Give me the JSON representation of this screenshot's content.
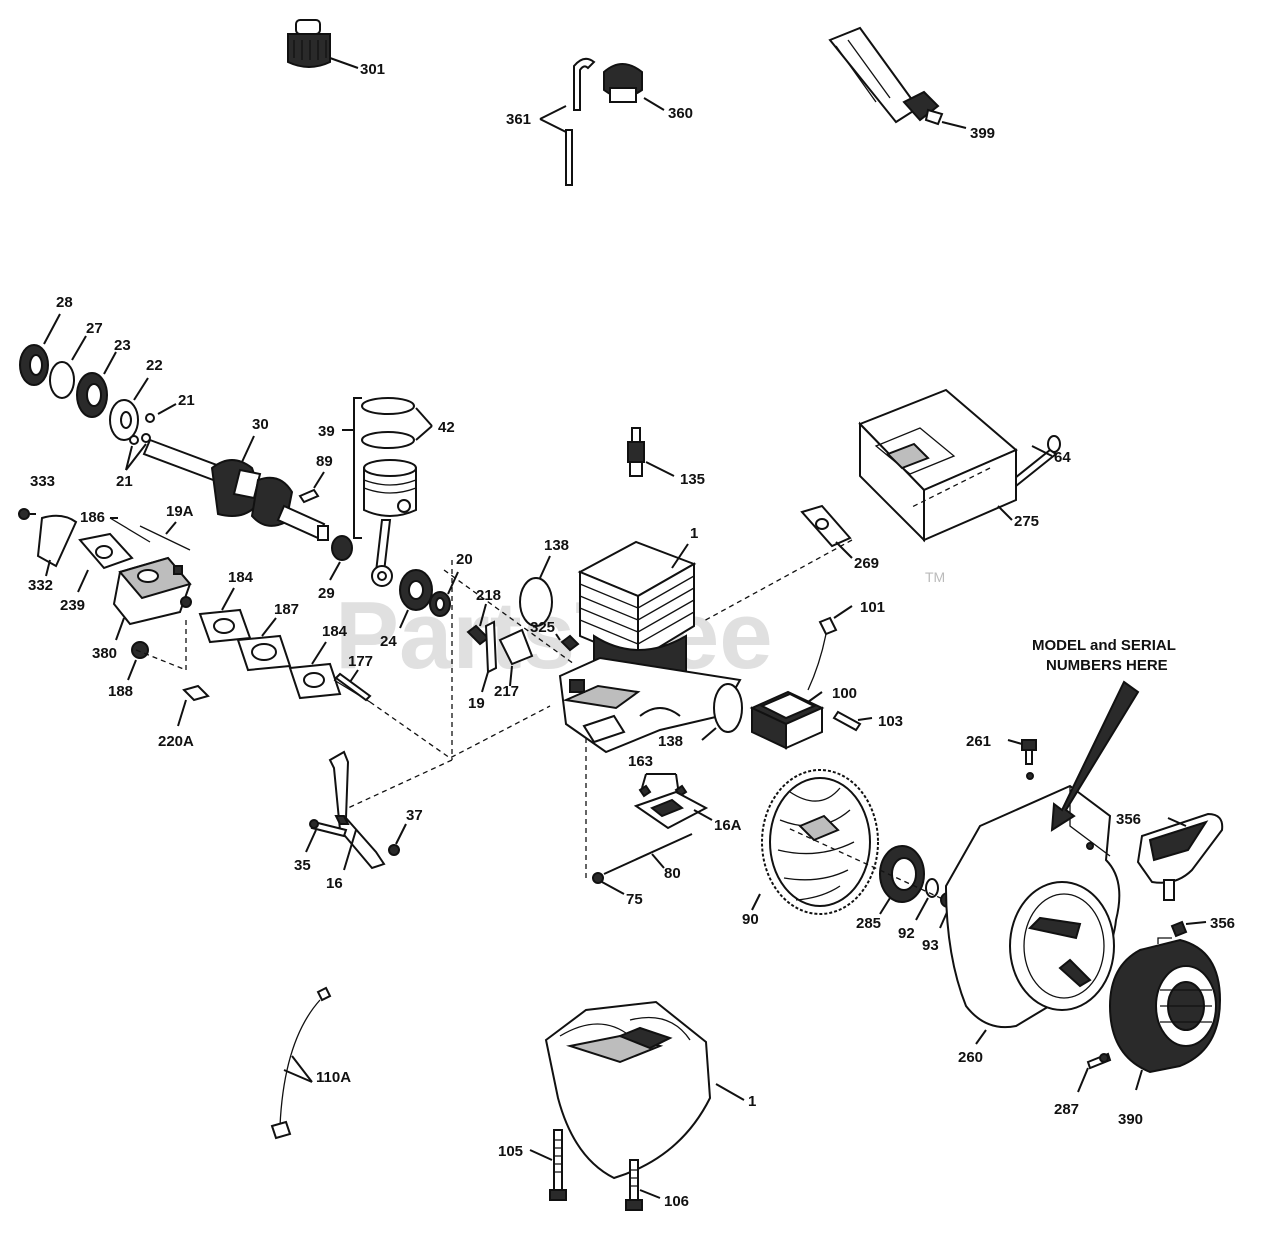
{
  "diagram": {
    "watermark": "PartsTree",
    "trademark": "TM",
    "note_lines": [
      "MODEL and SERIAL",
      "NUMBERS HERE"
    ],
    "parts": [
      {
        "id": "301",
        "label": "301"
      },
      {
        "id": "360",
        "label": "360"
      },
      {
        "id": "361",
        "label": "361"
      },
      {
        "id": "399",
        "label": "399"
      },
      {
        "id": "28",
        "label": "28"
      },
      {
        "id": "27",
        "label": "27"
      },
      {
        "id": "23",
        "label": "23"
      },
      {
        "id": "22",
        "label": "22"
      },
      {
        "id": "21a",
        "label": "21"
      },
      {
        "id": "21b",
        "label": "21"
      },
      {
        "id": "30",
        "label": "30"
      },
      {
        "id": "39",
        "label": "39"
      },
      {
        "id": "42",
        "label": "42"
      },
      {
        "id": "89",
        "label": "89"
      },
      {
        "id": "135",
        "label": "135"
      },
      {
        "id": "1a",
        "label": "1"
      },
      {
        "id": "64",
        "label": "64"
      },
      {
        "id": "275",
        "label": "275"
      },
      {
        "id": "269",
        "label": "269"
      },
      {
        "id": "333",
        "label": "333"
      },
      {
        "id": "186",
        "label": "186"
      },
      {
        "id": "19A",
        "label": "19A"
      },
      {
        "id": "332",
        "label": "332"
      },
      {
        "id": "239",
        "label": "239"
      },
      {
        "id": "184a",
        "label": "184"
      },
      {
        "id": "187",
        "label": "187"
      },
      {
        "id": "184b",
        "label": "184"
      },
      {
        "id": "29",
        "label": "29"
      },
      {
        "id": "24",
        "label": "24"
      },
      {
        "id": "20",
        "label": "20"
      },
      {
        "id": "138a",
        "label": "138"
      },
      {
        "id": "218",
        "label": "218"
      },
      {
        "id": "325",
        "label": "325"
      },
      {
        "id": "101",
        "label": "101"
      },
      {
        "id": "380",
        "label": "380"
      },
      {
        "id": "188",
        "label": "188"
      },
      {
        "id": "177",
        "label": "177"
      },
      {
        "id": "19",
        "label": "19"
      },
      {
        "id": "217",
        "label": "217"
      },
      {
        "id": "100",
        "label": "100"
      },
      {
        "id": "103",
        "label": "103"
      },
      {
        "id": "220A",
        "label": "220A"
      },
      {
        "id": "138b",
        "label": "138"
      },
      {
        "id": "163",
        "label": "163"
      },
      {
        "id": "261",
        "label": "261"
      },
      {
        "id": "37",
        "label": "37"
      },
      {
        "id": "16A",
        "label": "16A"
      },
      {
        "id": "356a",
        "label": "356"
      },
      {
        "id": "35",
        "label": "35"
      },
      {
        "id": "16",
        "label": "16"
      },
      {
        "id": "80",
        "label": "80"
      },
      {
        "id": "75",
        "label": "75"
      },
      {
        "id": "90",
        "label": "90"
      },
      {
        "id": "285",
        "label": "285"
      },
      {
        "id": "92",
        "label": "92"
      },
      {
        "id": "93",
        "label": "93"
      },
      {
        "id": "356b",
        "label": "356"
      },
      {
        "id": "110A",
        "label": "110A"
      },
      {
        "id": "260",
        "label": "260"
      },
      {
        "id": "1b",
        "label": "1"
      },
      {
        "id": "287",
        "label": "287"
      },
      {
        "id": "390",
        "label": "390"
      },
      {
        "id": "105",
        "label": "105"
      },
      {
        "id": "106",
        "label": "106"
      }
    ]
  }
}
